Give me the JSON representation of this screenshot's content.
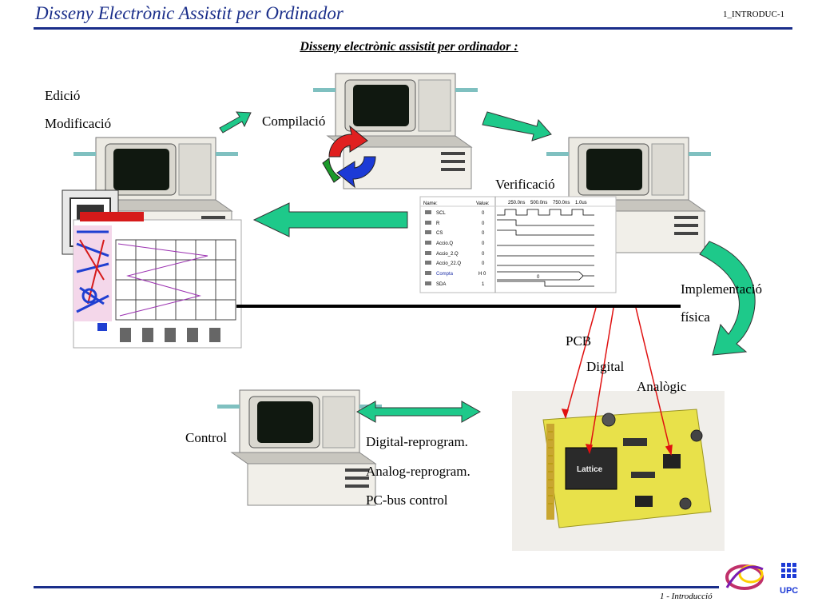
{
  "header": {
    "title": "Disseny Electrònic Assistit per Ordinador",
    "code": "1_INTRODUC-1"
  },
  "subtitle": "Disseny electrònic assistit per ordinador :",
  "labels": {
    "edicio": "Edició",
    "modificacio": "Modificació",
    "compilacio": "Compilació",
    "verificacio": "Verificació",
    "implementacio": "Implementació",
    "fisica": "física",
    "pcb": "PCB",
    "digital": "Digital",
    "analogic": "Analògic",
    "control": "Control",
    "digital_reprogram": "Digital-reprogram.",
    "analog_reprogram": "Analog-reprogram.",
    "pcbus_control": "PC-bus control"
  },
  "waveform": {
    "col_name": "Name:",
    "col_value": "Value:",
    "time_marks": [
      "250.0ns",
      "500.0ns",
      "750.0ns",
      "1.0us"
    ],
    "signals": [
      {
        "name": "SCL",
        "value": "0"
      },
      {
        "name": "R",
        "value": "0"
      },
      {
        "name": "CS",
        "value": "0"
      },
      {
        "name": "Accio.Q",
        "value": "0"
      },
      {
        "name": "Accio_2.Q",
        "value": "0"
      },
      {
        "name": "Accio_22.Q",
        "value": "0"
      },
      {
        "name": "Compta",
        "value": "H 0"
      },
      {
        "name": "SDA",
        "value": "1"
      }
    ],
    "bus_value": "0"
  },
  "board": {
    "chip_label": "Lattice"
  },
  "footer": {
    "text": "1 - Introducció",
    "logo_text": "UPC"
  },
  "colors": {
    "title_blue": "#1a2e8a",
    "arrow_green": "#1ec98a",
    "pcb_yellow": "#e8e14a",
    "cycle_red": "#e02020",
    "cycle_green": "#1c9a2a",
    "cycle_blue": "#1c3ad6"
  }
}
